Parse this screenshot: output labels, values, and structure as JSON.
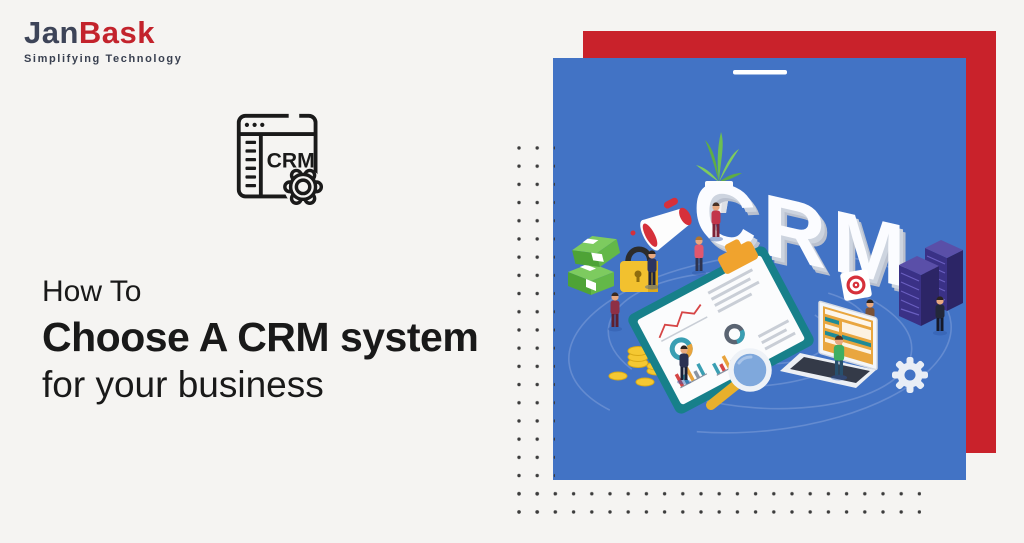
{
  "colors": {
    "background": "#f5f4f2",
    "panel_blue": "#4273c5",
    "panel_red": "#c9222b",
    "heading_text": "#191919",
    "logo_jan": "#3d4458",
    "logo_bask": "#c3232c",
    "dot_pattern": "#3c3c3c",
    "illustration_teal": "#17808a",
    "illustration_yellow": "#f2c12f",
    "illustration_green": "#4ea336",
    "illustration_purple": "#3a3186"
  },
  "logo": {
    "jan": "Jan",
    "bask": "Bask",
    "tagline": "Simplifying Technology"
  },
  "crm_window_icon": {
    "label": "CRM"
  },
  "heading": {
    "line1": "How To",
    "line2": "Choose A CRM system",
    "line3": "for your business"
  },
  "illustration": {
    "crm_3d_text": "CRM",
    "elements": [
      "plant",
      "megaphone",
      "money-stacks",
      "padlock",
      "coins",
      "clipboard-with-charts",
      "magnifying-glass",
      "laptop",
      "gear",
      "server-towers",
      "target",
      "people",
      "swirl-rings"
    ]
  }
}
